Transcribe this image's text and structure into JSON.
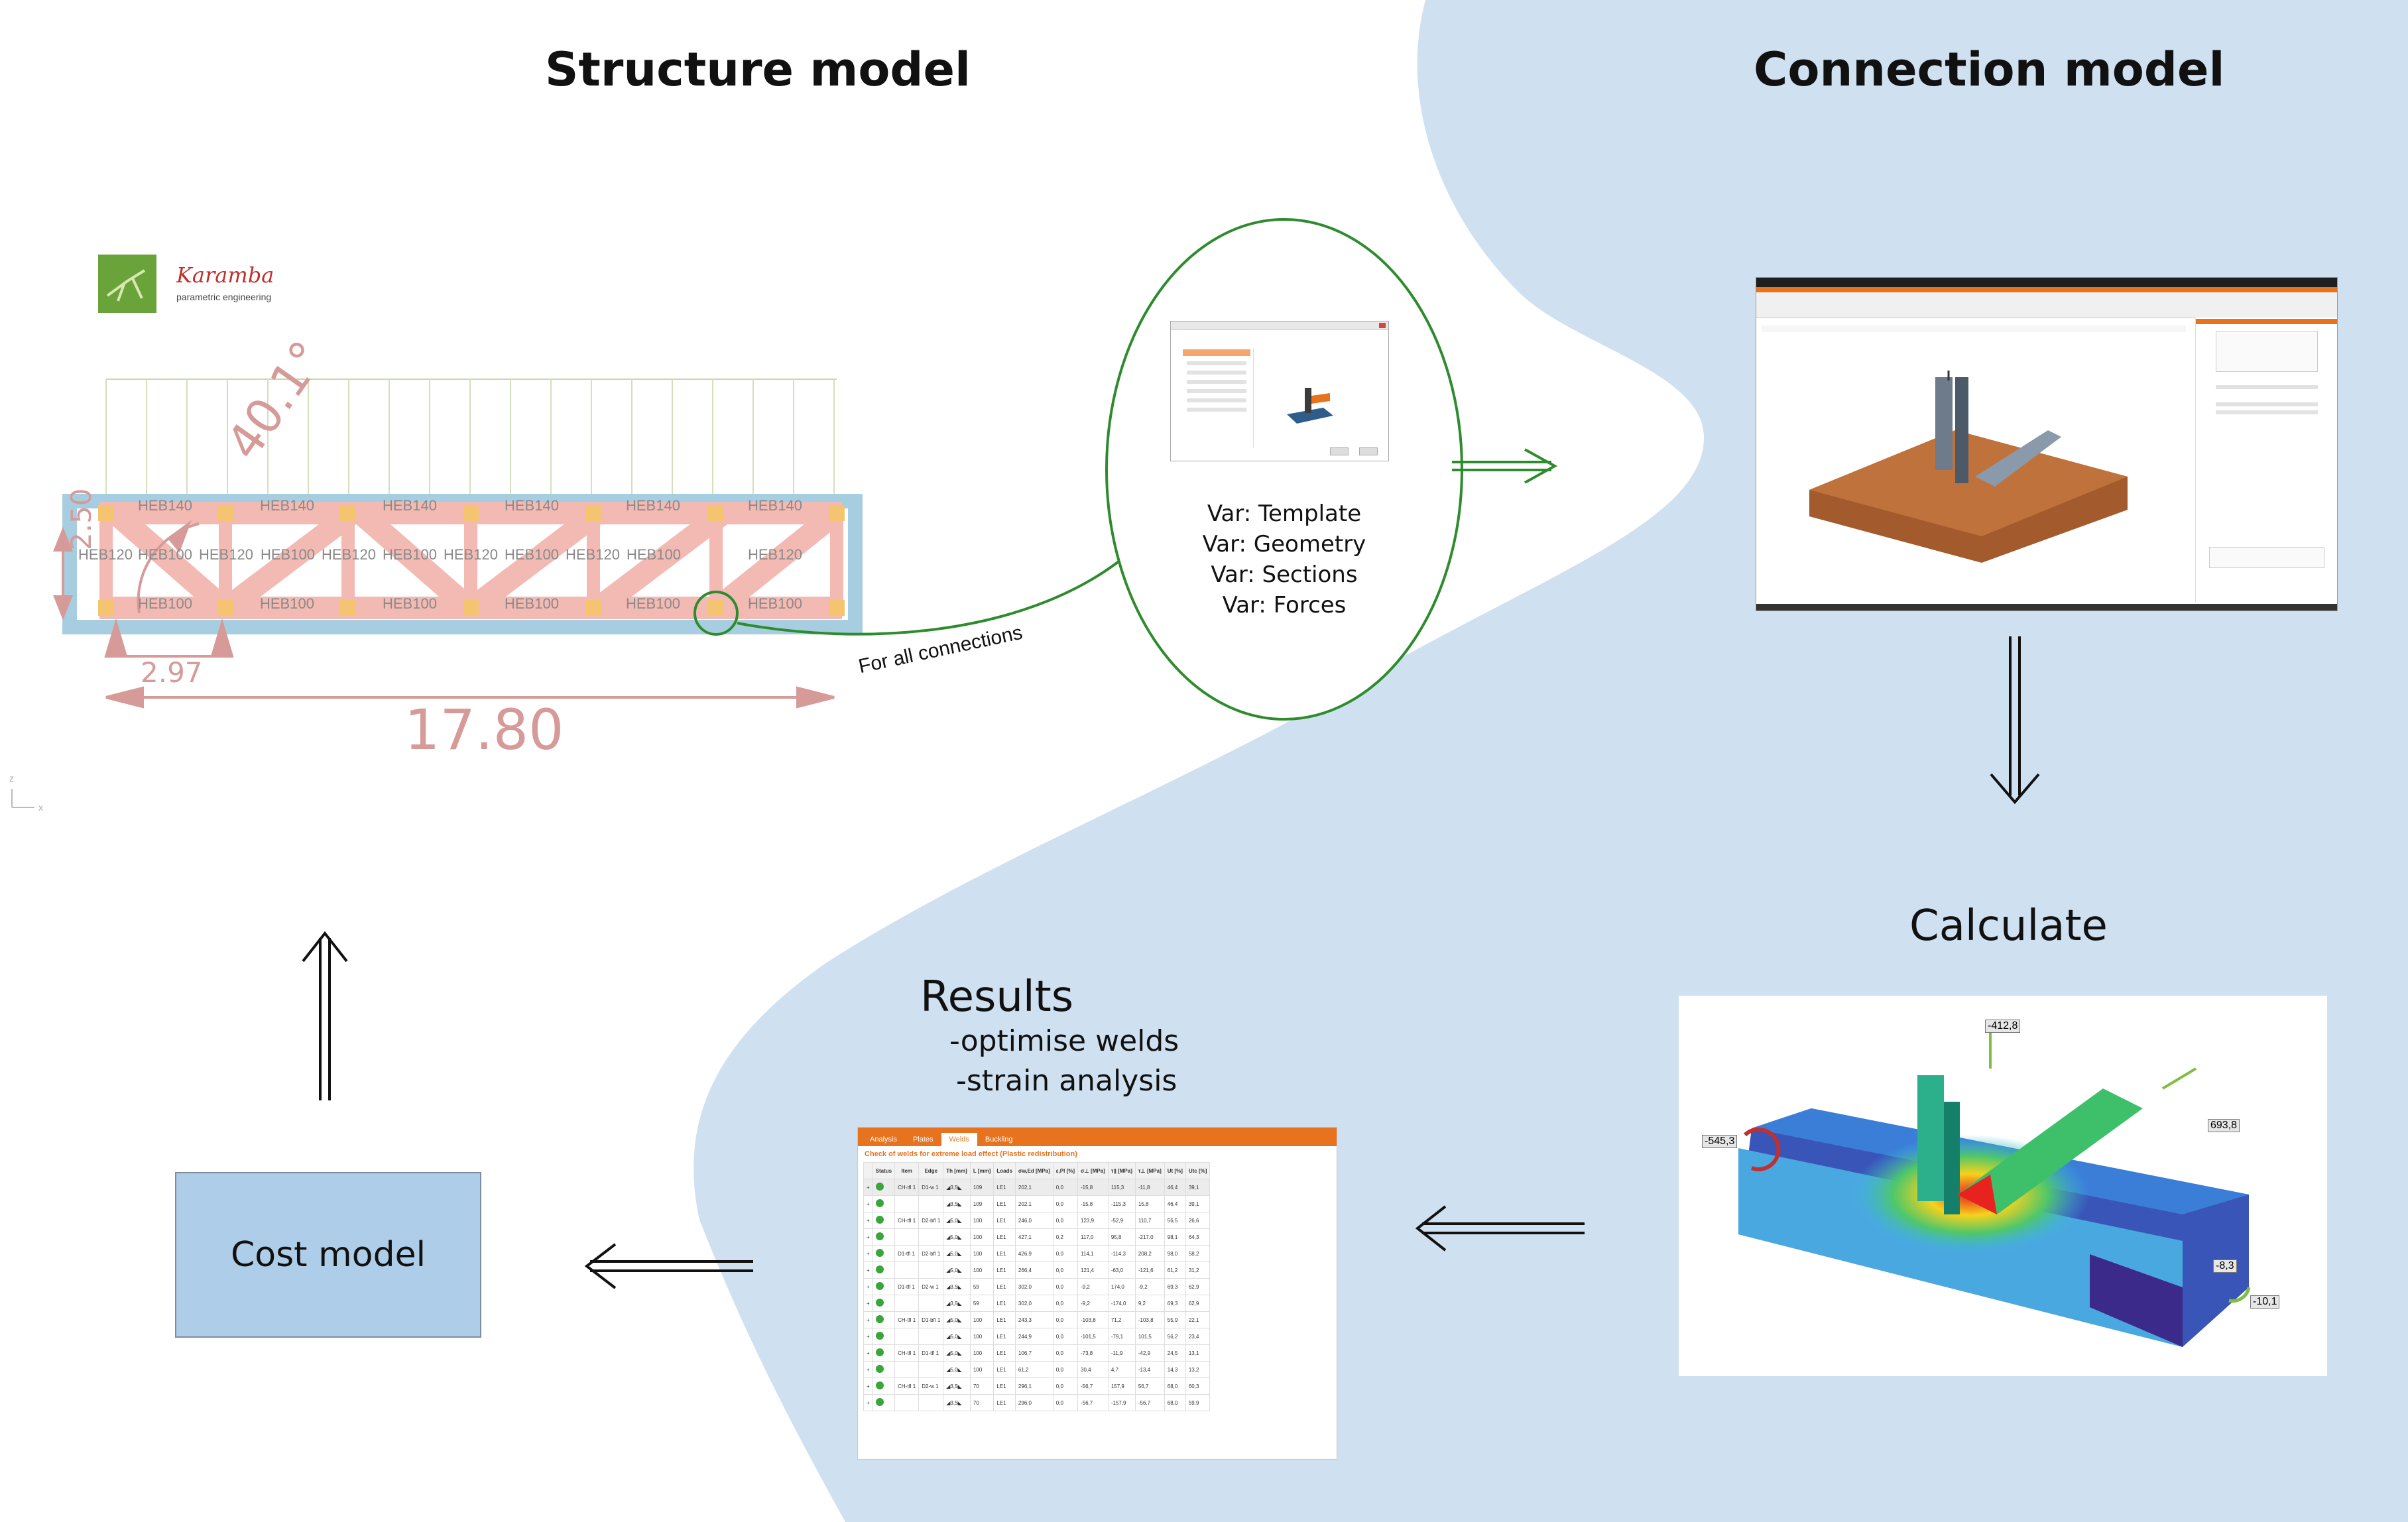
{
  "titles": {
    "structure": "Structure model",
    "connection": "Connection model",
    "calculate": "Calculate",
    "results": "Results",
    "results_line1": "-optimise welds",
    "results_line2": "-strain analysis",
    "cost": "Cost model"
  },
  "loop_note": "For all connections",
  "variables": [
    "Var: Template",
    "Var: Geometry",
    "Var: Sections",
    "Var: Forces"
  ],
  "karamba": {
    "name": "Karamba",
    "tagline": "parametric engineering"
  },
  "structure": {
    "span": "17.80",
    "panel": "2.97",
    "height": "2.50",
    "angle": "40.1°",
    "top_chord": [
      "HEB140",
      "HEB140",
      "HEB140",
      "HEB140",
      "HEB140",
      "HEB140"
    ],
    "bottom_chord": [
      "HEB100",
      "HEB100",
      "HEB100",
      "HEB100",
      "HEB100",
      "HEB100"
    ],
    "verticals": [
      "HEB120",
      "HEB100",
      "HEB120",
      "HEB100",
      "HEB120",
      "HEB100",
      "HEB120",
      "HEB100",
      "HEB120",
      "HEB100",
      "HEB120"
    ],
    "axis_z": "z",
    "axis_x": "x"
  },
  "calc_tags": [
    "-412,8",
    "-545,3",
    "693,8",
    "-8,3",
    "-10,1"
  ],
  "results_table": {
    "tabs": [
      "Analysis",
      "Plates",
      "Welds",
      "Buckling"
    ],
    "active_tab": "Welds",
    "heading": "Check of welds for extreme load effect (Plastic redistribution)",
    "columns": [
      "Status",
      "Item",
      "Edge",
      "Th [mm]",
      "L [mm]",
      "Loads",
      "σw,Ed [MPa]",
      "ε,Pl [%]",
      "σ⊥ [MPa]",
      "τ|| [MPa]",
      "τ⊥ [MPa]",
      "Ut [%]",
      "Utc [%]"
    ],
    "rows": [
      [
        "",
        "CH-tfl 1",
        "D1-w 1",
        "◢3,5◣",
        "109",
        "LE1",
        "202,1",
        "0,0",
        "-15,8",
        "115,3",
        "-11,8",
        "46,4",
        "39,1"
      ],
      [
        "",
        "",
        "",
        "◢3,5◣",
        "109",
        "LE1",
        "202,1",
        "0,0",
        "-15,8",
        "-115,3",
        "15,8",
        "46,4",
        "39,1"
      ],
      [
        "",
        "CH-tfl 1",
        "D2-bfl 1",
        "◢5,0◣",
        "100",
        "LE1",
        "246,0",
        "0,0",
        "123,9",
        "-52,9",
        "110,7",
        "56,5",
        "26,6"
      ],
      [
        "",
        "",
        "",
        "◢5,0◣",
        "100",
        "LE1",
        "427,1",
        "0,2",
        "117,0",
        "95,8",
        "-217,0",
        "98,1",
        "64,3"
      ],
      [
        "",
        "D1-tfl 1",
        "D2-bfl 1",
        "◢5,0◣",
        "100",
        "LE1",
        "426,9",
        "0,0",
        "114,1",
        "-114,3",
        "208,2",
        "98,0",
        "58,2"
      ],
      [
        "",
        "",
        "",
        "◢5,0◣",
        "100",
        "LE1",
        "266,4",
        "0,0",
        "121,4",
        "-63,0",
        "-121,6",
        "61,2",
        "31,2"
      ],
      [
        "",
        "D1-tfl 1",
        "D2-w 1",
        "◢3,5◣",
        "59",
        "LE1",
        "302,0",
        "0,0",
        "-9,2",
        "174,0",
        "-9,2",
        "69,3",
        "62,9"
      ],
      [
        "",
        "",
        "",
        "◢3,5◣",
        "59",
        "LE1",
        "302,0",
        "0,0",
        "-9,2",
        "-174,0",
        "9,2",
        "69,3",
        "62,9"
      ],
      [
        "",
        "CH-tfl 1",
        "D1-bfl 1",
        "◢5,0◣",
        "100",
        "LE1",
        "243,3",
        "0,0",
        "-103,8",
        "71,2",
        "-103,8",
        "55,9",
        "22,1"
      ],
      [
        "",
        "",
        "",
        "◢5,0◣",
        "100",
        "LE1",
        "244,9",
        "0,0",
        "-101,5",
        "-79,1",
        "101,5",
        "56,2",
        "23,4"
      ],
      [
        "",
        "CH-tfl 1",
        "D1-tfl 1",
        "◢5,0◣",
        "100",
        "LE1",
        "106,7",
        "0,0",
        "-73,8",
        "-11,9",
        "-42,9",
        "24,5",
        "13,1"
      ],
      [
        "",
        "",
        "",
        "◢5,0◣",
        "100",
        "LE1",
        "61,2",
        "0,0",
        "30,4",
        "4,7",
        "-13,4",
        "14,3",
        "13,2"
      ],
      [
        "",
        "CH-tfl 1",
        "D2-w 1",
        "◢3,5◣",
        "70",
        "LE1",
        "296,1",
        "0,0",
        "-56,7",
        "157,9",
        "56,7",
        "68,0",
        "60,3"
      ],
      [
        "",
        "",
        "",
        "◢3,5◣",
        "70",
        "LE1",
        "296,0",
        "0,0",
        "-56,7",
        "-157,9",
        "-56,7",
        "68,0",
        "59,9"
      ]
    ]
  },
  "colors": {
    "blue_region": "#cfe0f0",
    "green": "#2e8b2e",
    "orange": "#e8731f",
    "cost_fill": "#aecde8"
  }
}
